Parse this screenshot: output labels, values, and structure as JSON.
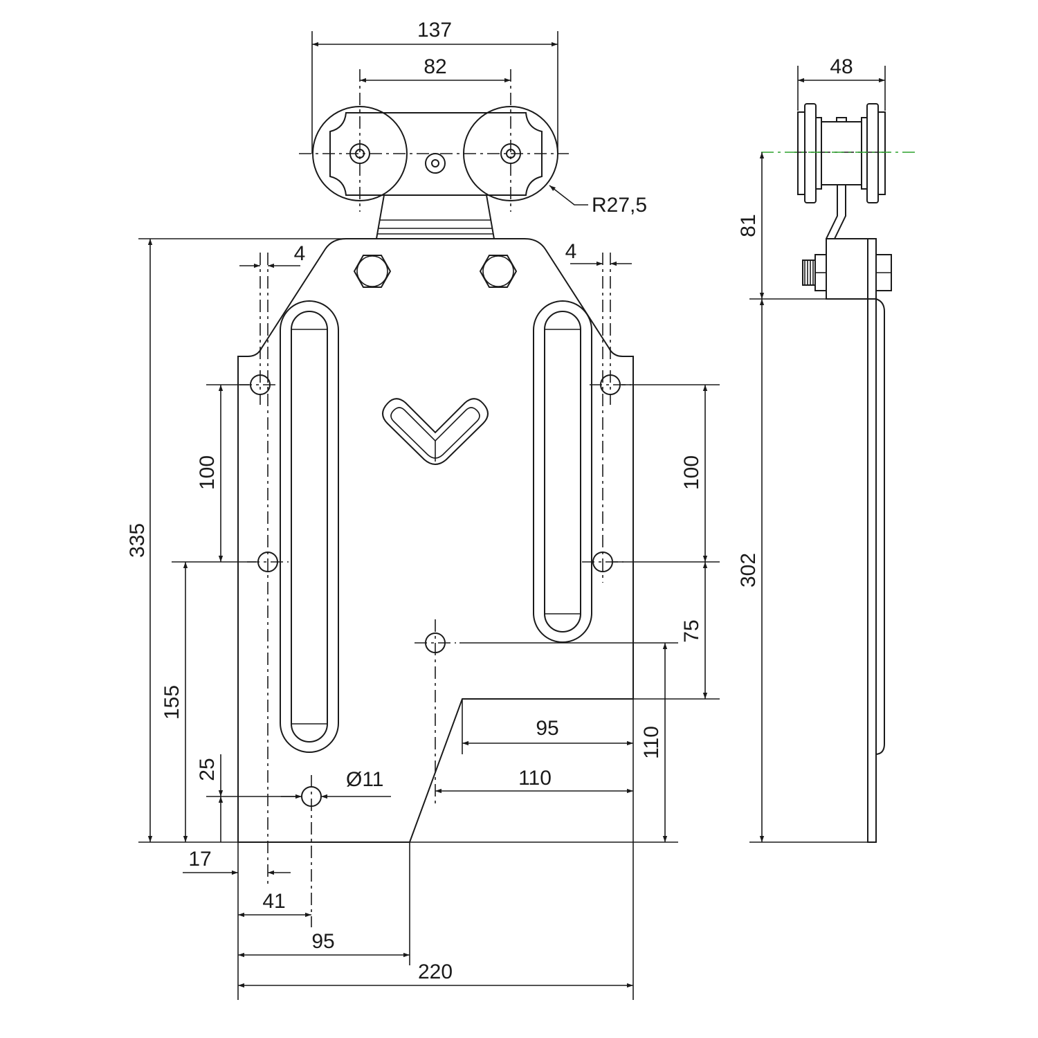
{
  "dimensions": {
    "overall_wheel_span": "137",
    "wheel_axle_spacing": "82",
    "wheel_radius": "R27,5",
    "left_offset_4": "4",
    "right_offset_4": "4",
    "left_hole_spacing": "100",
    "right_hole_spacing": "100",
    "total_height": "335",
    "left_lower_height": "155",
    "bottom_hole_height": "25",
    "bottom_hole_diameter": "Ø11",
    "center_hole_height": "75",
    "cutout_width_95": "95",
    "cutout_width_110": "110",
    "cutout_height_110": "110",
    "edge_17": "17",
    "edge_41": "41",
    "bottom_95": "95",
    "plate_width": "220",
    "side_width": "48",
    "side_height_81": "81",
    "side_height_302": "302"
  },
  "colors": {
    "line": "#1a1a1a",
    "centerline_side": "#2ca02c"
  }
}
